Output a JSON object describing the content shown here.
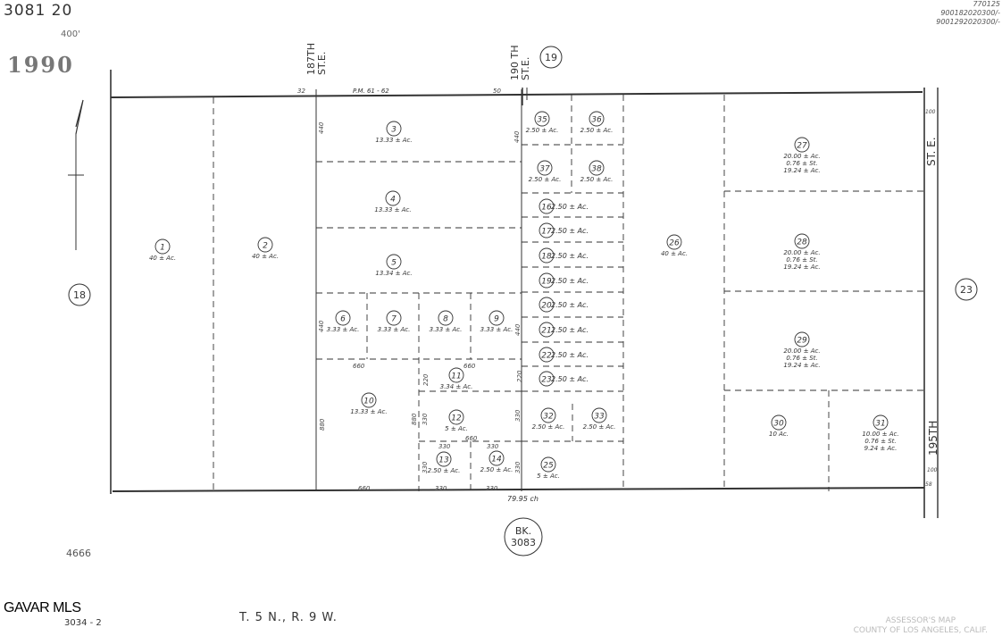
{
  "header": {
    "book_page": "3081  20",
    "scale": "400'",
    "year": "1990",
    "top_right_lines": [
      "770125",
      "900182020300/-",
      "9001292020300/-"
    ]
  },
  "footer": {
    "code_left": "4666",
    "watermark": "GAVAR MLS",
    "sheet_ref": "3034 - 2",
    "township": "T. 5 N., R. 9 W.",
    "assessor_lines": [
      "ASSESSOR'S MAP",
      "COUNTY OF LOS ANGELES, CALIF."
    ]
  },
  "map": {
    "streets": {
      "st_187": [
        "187TH",
        "ST.E."
      ],
      "st_190": [
        "190 TH",
        "ST.E."
      ],
      "st_e_vertical": "ST.  E.",
      "st_195": "195TH",
      "pm_ref": "P.M. 61 - 62",
      "bottom_chain": "79.95 ch"
    },
    "adjacent_pages": {
      "top": "19",
      "left": "18",
      "right": "23",
      "book_label": "BK.",
      "book_number": "3083"
    },
    "dimensions": {
      "d32": "32",
      "d50": "50",
      "d100a": "100",
      "d100b": "100",
      "d58": "58",
      "d440a": "440",
      "d440b": "440",
      "d440c": "440",
      "d440d": "440",
      "d660a": "660",
      "d660b": "660",
      "d660c": "660",
      "d660d": "660",
      "d880a": "880",
      "d880b": "880",
      "d220a": "220",
      "d220b": "220",
      "d330a": "330",
      "d330b": "330",
      "d330c": "330",
      "d330d": "330",
      "d330e": "330",
      "d330f": "330",
      "d330g": "330",
      "d330h": "330"
    },
    "parcels": [
      {
        "num": "1",
        "area": "40 ± Ac."
      },
      {
        "num": "2",
        "area": "40 ± Ac."
      },
      {
        "num": "3",
        "area": "13.33 ± Ac."
      },
      {
        "num": "4",
        "area": "13.33 ± Ac."
      },
      {
        "num": "5",
        "area": "13.34 ± Ac."
      },
      {
        "num": "6",
        "area": "3.33 ± Ac."
      },
      {
        "num": "7",
        "area": "3.33 ± Ac."
      },
      {
        "num": "8",
        "area": "3.33 ± Ac."
      },
      {
        "num": "9",
        "area": "3.33 ± Ac."
      },
      {
        "num": "10",
        "area": "13.33 ± Ac."
      },
      {
        "num": "11",
        "area": "3.34 ± Ac."
      },
      {
        "num": "12",
        "area": "5 ± Ac."
      },
      {
        "num": "13",
        "area": "2.50 ± Ac."
      },
      {
        "num": "14",
        "area": "2.50 ± Ac."
      },
      {
        "num": "16",
        "area": "2.50 ± Ac."
      },
      {
        "num": "17",
        "area": "2.50 ± Ac."
      },
      {
        "num": "18",
        "area": "2.50 ± Ac."
      },
      {
        "num": "19",
        "area": "2.50 ± Ac."
      },
      {
        "num": "20",
        "area": "2.50 ± Ac."
      },
      {
        "num": "21",
        "area": "2.50 ± Ac."
      },
      {
        "num": "22",
        "area": "2.50 ± Ac."
      },
      {
        "num": "23",
        "area": "2.50 ± Ac."
      },
      {
        "num": "25",
        "area": "5 ± Ac."
      },
      {
        "num": "26",
        "area": "40 ± Ac."
      },
      {
        "num": "27",
        "area": "20.00 ± Ac.",
        "area2": "0.76 ± St.",
        "area3": "19.24 ± Ac."
      },
      {
        "num": "28",
        "area": "20.00 ± Ac.",
        "area2": "0.76 ± St.",
        "area3": "19.24 ± Ac."
      },
      {
        "num": "29",
        "area": "20.00 ± Ac.",
        "area2": "0.76 ± St.",
        "area3": "19.24 ± Ac."
      },
      {
        "num": "30",
        "area": "10 Ac."
      },
      {
        "num": "31",
        "area": "10.00 ± Ac.",
        "area2": "0.76 ± St.",
        "area3": "9.24 ± Ac."
      },
      {
        "num": "32",
        "area": "2.50 ± Ac."
      },
      {
        "num": "33",
        "area": "2.50 ± Ac."
      },
      {
        "num": "35",
        "area": "2.50 ± Ac."
      },
      {
        "num": "36",
        "area": "2.50 ± Ac."
      },
      {
        "num": "37",
        "area": "2.50 ± Ac."
      },
      {
        "num": "38",
        "area": "2.50 ± Ac."
      }
    ]
  }
}
